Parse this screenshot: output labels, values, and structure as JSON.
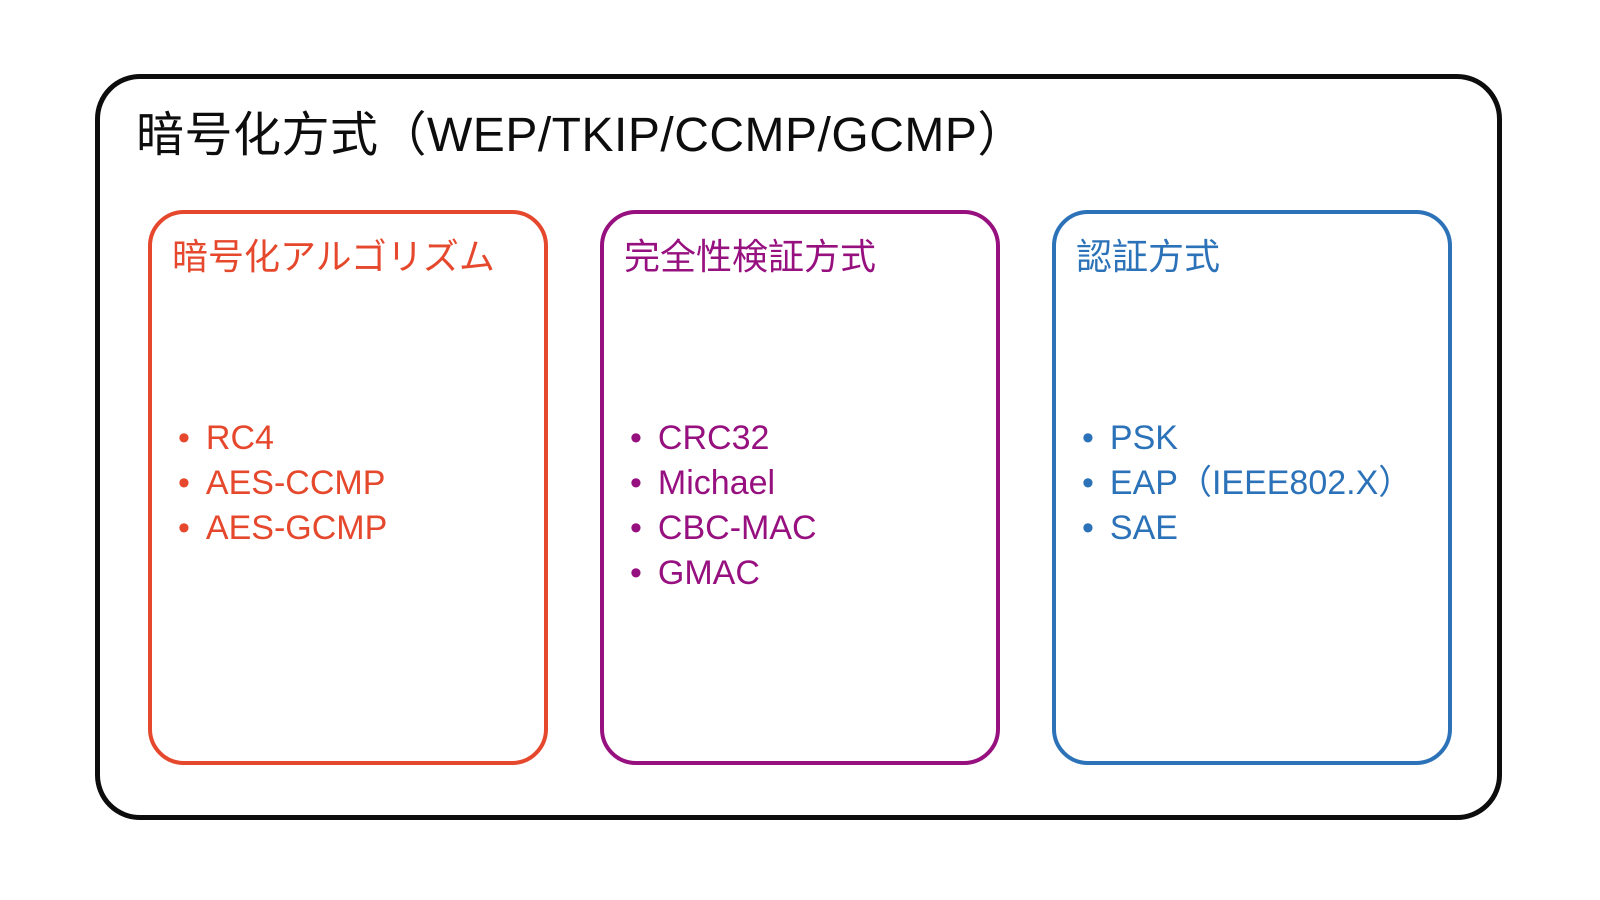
{
  "diagram": {
    "title": "暗号化方式（WEP/TKIP/CCMP/GCMP）",
    "bullet": "•",
    "frame_color": "#0d0d0d",
    "groups": [
      {
        "title": "暗号化アルゴリズム",
        "color": "#E5482C",
        "items": [
          "RC4",
          "AES-CCMP",
          "AES-GCMP"
        ]
      },
      {
        "title": "完全性検証方式",
        "color": "#97107F",
        "items": [
          "CRC32",
          "Michael",
          "CBC-MAC",
          "GMAC"
        ]
      },
      {
        "title": "認証方式",
        "color": "#2C72B8",
        "items": [
          "PSK",
          "EAP（IEEE802.X）",
          "SAE"
        ]
      }
    ]
  }
}
